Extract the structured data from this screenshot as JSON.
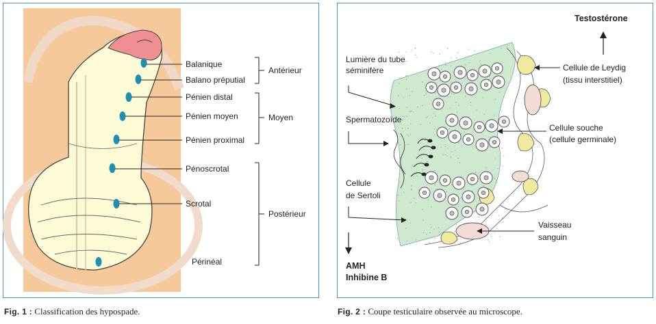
{
  "figure1": {
    "caption_prefix": "Fig. 1 :",
    "caption_text": " Classification des hypospade.",
    "labels": {
      "balanique": "Balanique",
      "balano_preputial": "Balano préputial",
      "penien_distal": "Pénien distal",
      "penien_moyen": "Pénien moyen",
      "penien_proximal": "Pénien proximal",
      "penoscrotal": "Pénoscrotal",
      "scrotal": "Scrotal",
      "perineal": "Périnéal"
    },
    "groups": {
      "anterieur": "Antérieur",
      "moyen": "Moyen",
      "posterieur": "Postérieur"
    },
    "colors": {
      "background": "#f6c99a",
      "organ": "#fdfbd6",
      "dot": "#1e8fb0"
    }
  },
  "figure2": {
    "caption_prefix": "Fig. 2 :",
    "caption_text": " Coupe testiculaire observée au microscope.",
    "labels": {
      "testosterone": "Testostérone",
      "lumiere_1": "Lumière du tube",
      "lumiere_2": "séminifère",
      "leydig_1": "Cellule de Leydig",
      "leydig_2": "(tissu interstitiel)",
      "spermatozoide": "Spermatozoïde",
      "souche_1": "Cellule souche",
      "souche_2": "(cellule germinale)",
      "sertoli_1": "Cellule",
      "sertoli_2": "de Sertoli",
      "vaisseau_1": "Vaisseau",
      "vaisseau_2": "sanguin",
      "amh": "AMH",
      "inhibine": "Inhibine B"
    },
    "colors": {
      "tissue": "#cfe8d0",
      "leydig": "#eeeaa0",
      "frame": "#4a8fc9"
    }
  }
}
